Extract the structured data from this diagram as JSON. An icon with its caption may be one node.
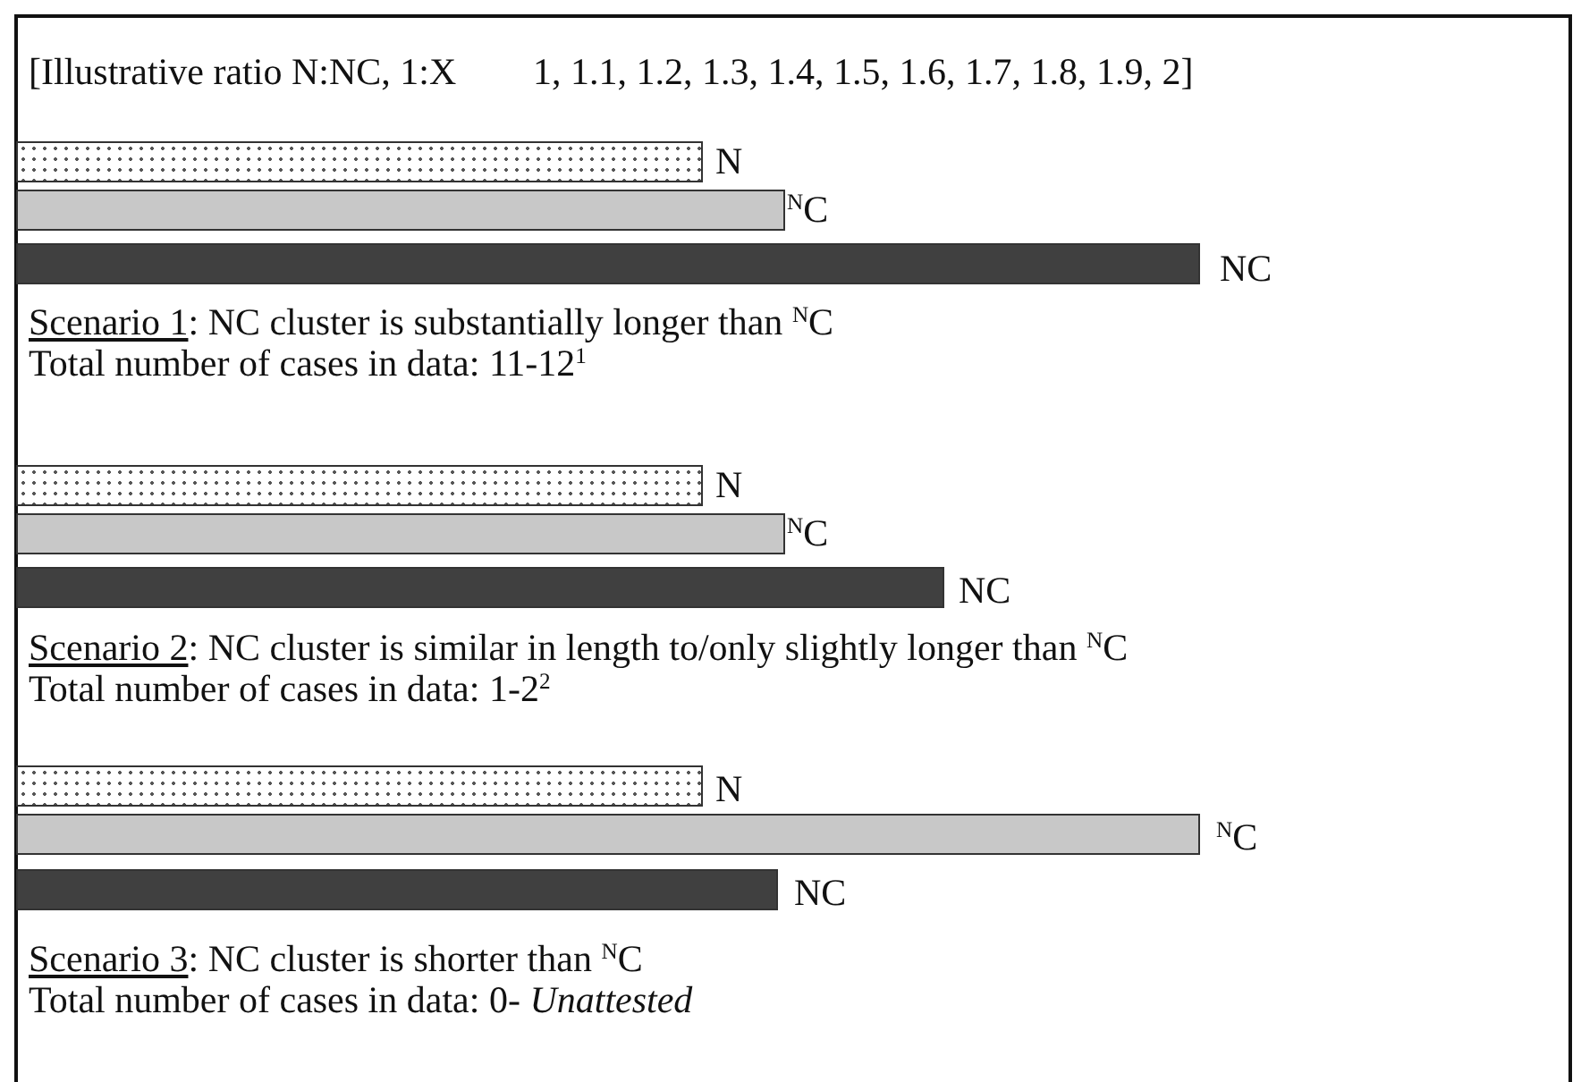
{
  "diagram": {
    "nodes": [
      {
        "text": [],
        "shape": "bar",
        "beside": [
          "N"
        ]
      },
      {
        "text": [],
        "shape": "bar",
        "beside": [
          "$^{N}$C"
        ]
      },
      {
        "text": [],
        "shape": "bar",
        "beside": [
          "NC"
        ]
      },
      {
        "text": [],
        "shape": "bar",
        "beside": [
          "N"
        ]
      },
      {
        "text": [],
        "shape": "bar",
        "beside": [
          "$^{N}$C"
        ]
      },
      {
        "text": [],
        "shape": "bar",
        "beside": [
          "NC"
        ]
      },
      {
        "text": [],
        "shape": "bar",
        "beside": [
          "N"
        ]
      },
      {
        "text": [],
        "shape": "bar",
        "beside": [
          "$^{N}$C"
        ]
      },
      {
        "text": [],
        "shape": "bar",
        "beside": [
          "NC"
        ]
      }
    ],
    "labels": [
      "[Illustrative ratio N:NC, 1:X",
      "1, 1.1, 1.2, 1.3, 1.4, 1.5, 1.6, 1.7, 1.8, 1.9, 2]",
      "Scenario 1: NC cluster is substantially longer than $^{N}$C",
      "Total number of cases in data: 11-12$^{1}$",
      "Scenario 2: NC cluster is similar in length to/only slightly longer than $^{N}$C",
      "Total number of cases in data: 1-2$^{2}$",
      "Scenario 3: NC cluster is shorter than $^{N}$C",
      "Total number of cases in data: 0- *Unattested*"
    ]
  }
}
